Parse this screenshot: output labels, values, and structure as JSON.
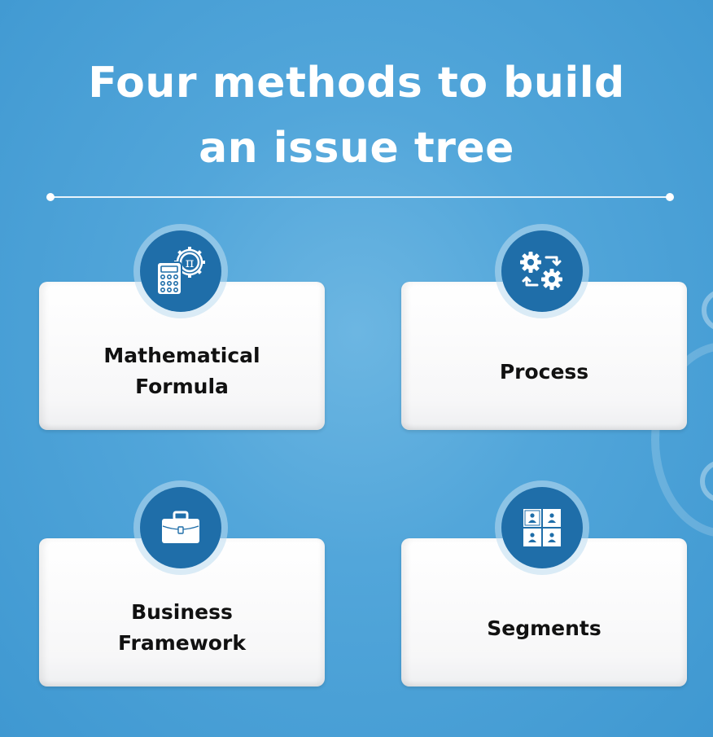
{
  "slide": {
    "title_line1": "Four methods to build",
    "title_line2": "an issue tree",
    "colors": {
      "background": "#419dd5",
      "icon_circle": "#1f6ea9",
      "card": "#ffffff",
      "title_text": "#ffffff",
      "card_text": "#111111"
    }
  },
  "methods": [
    {
      "label_line1": "Mathematical",
      "label_line2": "Formula",
      "icon": "calculator-pi-icon"
    },
    {
      "label_line1": "Process",
      "label_line2": "",
      "icon": "gears-cycle-icon"
    },
    {
      "label_line1": "Business",
      "label_line2": "Framework",
      "icon": "briefcase-icon"
    },
    {
      "label_line1": "Segments",
      "label_line2": "",
      "icon": "user-grid-icon"
    }
  ]
}
